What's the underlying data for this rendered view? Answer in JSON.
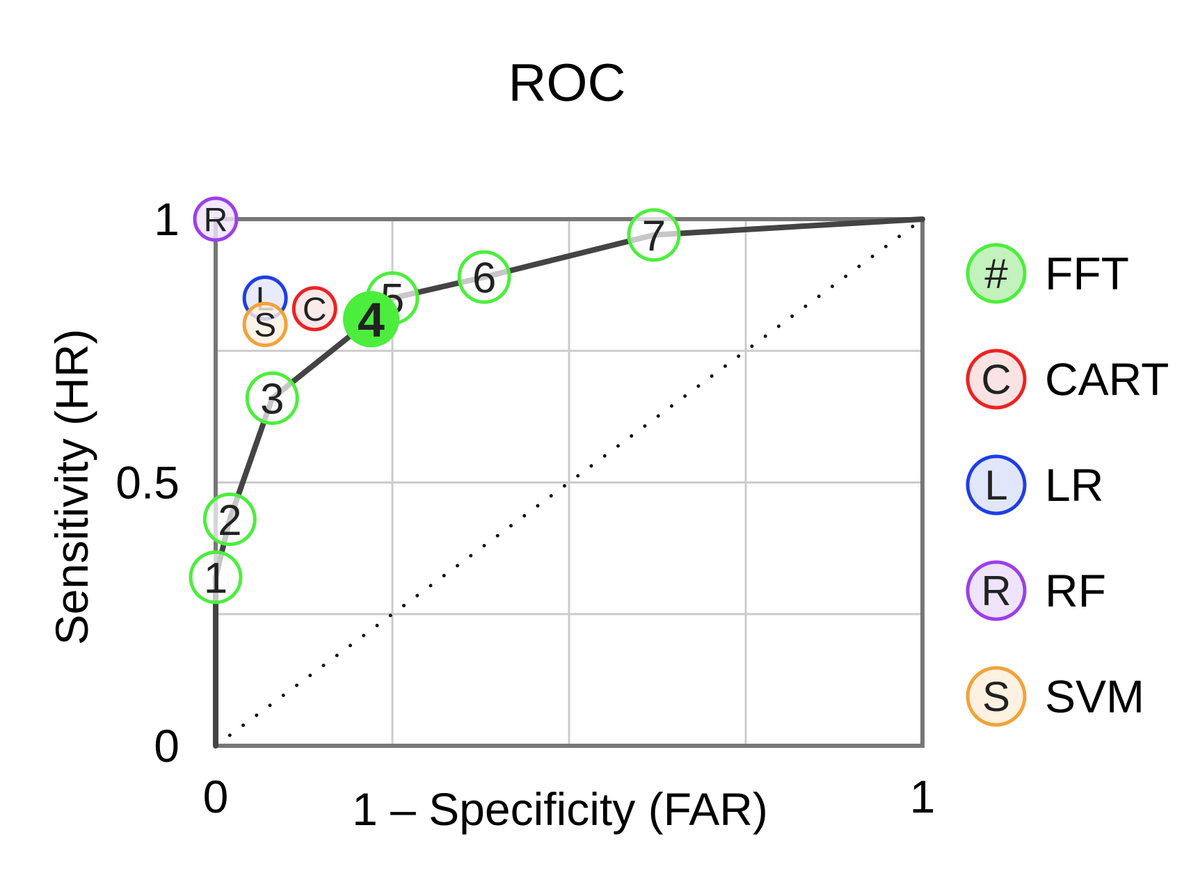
{
  "chart_data": {
    "type": "scatter",
    "title": "ROC",
    "xlabel": "1 – Specificity (FAR)",
    "ylabel": "Sensitivity (HR)",
    "xlim": [
      0,
      1
    ],
    "ylim": [
      0,
      1
    ],
    "x_ticks": [
      {
        "value": 0,
        "label": "0"
      },
      {
        "value": 1,
        "label": "1"
      }
    ],
    "y_ticks": [
      {
        "value": 0,
        "label": "0"
      },
      {
        "value": 0.5,
        "label": "0.5"
      },
      {
        "value": 1,
        "label": "1"
      }
    ],
    "grid": true,
    "grid_values": [
      0.25,
      0.5,
      0.75
    ],
    "diagonal_reference": true,
    "legend_position": "right",
    "fft_curve": {
      "name": "FFT",
      "color": "#4cee3d",
      "line_color": "#444444",
      "highlighted_label": "4",
      "points": [
        {
          "label": "1",
          "x": 0.0,
          "y": 0.32
        },
        {
          "label": "2",
          "x": 0.02,
          "y": 0.43
        },
        {
          "label": "3",
          "x": 0.08,
          "y": 0.66
        },
        {
          "label": "4",
          "x": 0.22,
          "y": 0.81
        },
        {
          "label": "5",
          "x": 0.25,
          "y": 0.85
        },
        {
          "label": "6",
          "x": 0.38,
          "y": 0.89
        },
        {
          "label": "7",
          "x": 0.62,
          "y": 0.97
        }
      ],
      "endpoints": [
        {
          "x": 0,
          "y": 0
        },
        {
          "x": 1,
          "y": 1
        }
      ]
    },
    "comparison_points": [
      {
        "name": "CART",
        "letter": "C",
        "x": 0.14,
        "y": 0.83,
        "color": "#ee2222",
        "fill": "#fbe3e3"
      },
      {
        "name": "LR",
        "letter": "L",
        "x": 0.07,
        "y": 0.85,
        "color": "#1e3ee8",
        "fill": "#e2e6fb"
      },
      {
        "name": "RF",
        "letter": "R",
        "x": 0.0,
        "y": 1.0,
        "color": "#9b3fea",
        "fill": "#efe4fb"
      },
      {
        "name": "SVM",
        "letter": "S",
        "x": 0.07,
        "y": 0.8,
        "color": "#f3a23a",
        "fill": "#fdf1e2"
      }
    ],
    "legend": [
      {
        "symbol": "#",
        "label": "FFT",
        "color": "#4cee3d",
        "fill": "#c3f2bd"
      },
      {
        "symbol": "C",
        "label": "CART",
        "color": "#ee2222",
        "fill": "#fbe3e3"
      },
      {
        "symbol": "L",
        "label": "LR",
        "color": "#1e3ee8",
        "fill": "#e2e6fb"
      },
      {
        "symbol": "R",
        "label": "RF",
        "color": "#9b3fea",
        "fill": "#efe4fb"
      },
      {
        "symbol": "S",
        "label": "SVM",
        "color": "#f3a23a",
        "fill": "#fdf1e2"
      }
    ]
  }
}
